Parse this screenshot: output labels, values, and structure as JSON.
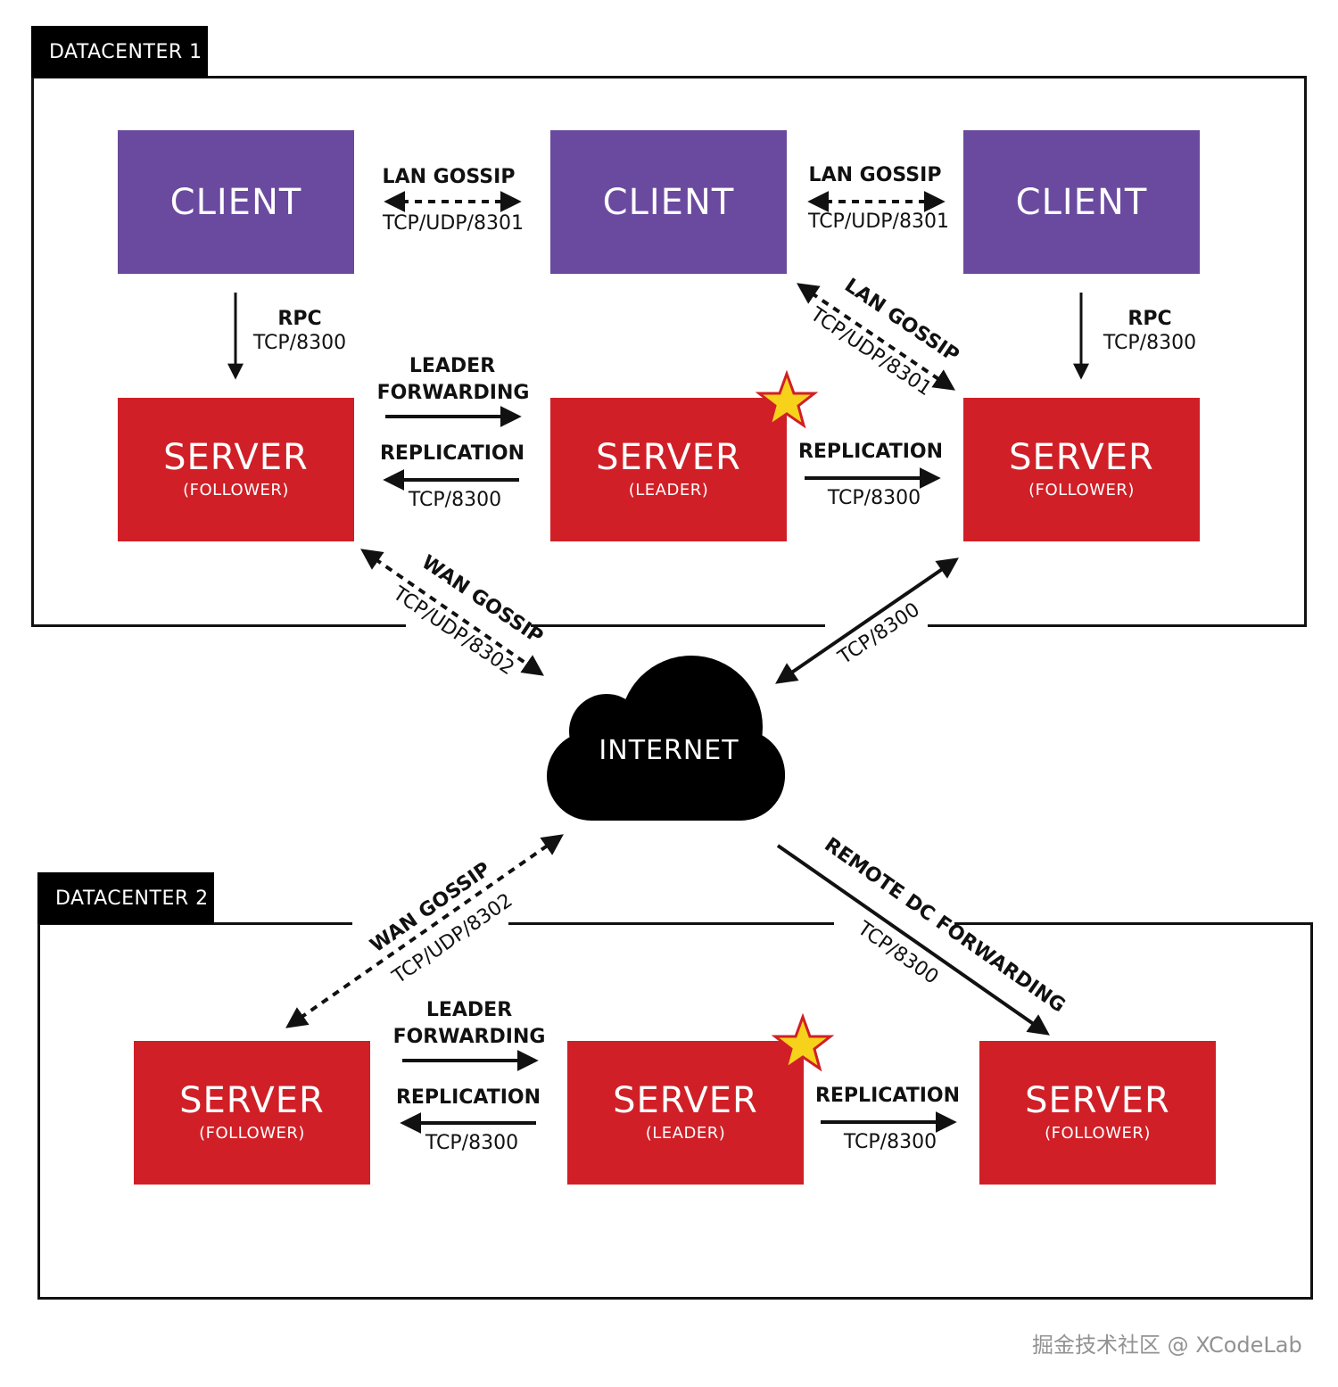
{
  "datacenter1": {
    "label": "DATACENTER 1"
  },
  "datacenter2": {
    "label": "DATACENTER 2"
  },
  "node_labels": {
    "client": "CLIENT",
    "server": "SERVER",
    "follower": "(FOLLOWER)",
    "leader": "(LEADER)"
  },
  "edge_labels": {
    "lan_gossip": "LAN GOSSIP",
    "tcp_udp_8301": "TCP/UDP/8301",
    "rpc": "RPC",
    "tcp_8300": "TCP/8300",
    "leader": "LEADER",
    "forwarding": "FORWARDING",
    "replication": "REPLICATION",
    "wan_gossip": "WAN GOSSIP",
    "tcp_udp_8302": "TCP/UDP/8302",
    "remote_dc_forwarding": "REMOTE DC FORWARDING"
  },
  "internet": {
    "label": "INTERNET"
  },
  "watermark": "掘金技术社区 @ XCodeLab",
  "colors": {
    "client": "#6a4a9e",
    "server": "#d01f27",
    "leader_star_fill": "#f7d21a",
    "leader_star_stroke": "#d01f27"
  }
}
